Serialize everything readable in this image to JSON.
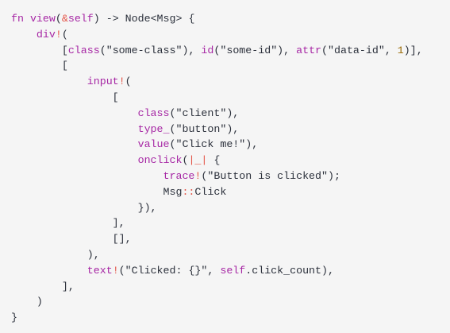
{
  "colors": {
    "background": "#f5f5f5",
    "default": "#2b303b",
    "keyword": "#a626a4",
    "number": "#986801",
    "punct": "#e45649"
  },
  "code": {
    "lines": [
      [
        [
          "fn ",
          "keyword"
        ],
        [
          "view",
          "keyword"
        ],
        [
          "(",
          "default"
        ],
        [
          "&",
          "punct"
        ],
        [
          "self",
          "keyword"
        ],
        [
          ") -> Node<Msg> {",
          "default"
        ]
      ],
      [
        [
          "    ",
          "default"
        ],
        [
          "div",
          "keyword"
        ],
        [
          "!",
          "punct"
        ],
        [
          "(",
          "default"
        ]
      ],
      [
        [
          "        [",
          "default"
        ],
        [
          "class",
          "keyword"
        ],
        [
          "(\"some-class\"), ",
          "default"
        ],
        [
          "id",
          "keyword"
        ],
        [
          "(\"some-id\"), ",
          "default"
        ],
        [
          "attr",
          "keyword"
        ],
        [
          "(\"data-id\", ",
          "default"
        ],
        [
          "1",
          "number"
        ],
        [
          ")],",
          "default"
        ]
      ],
      [
        [
          "        [",
          "default"
        ]
      ],
      [
        [
          "            ",
          "default"
        ],
        [
          "input",
          "keyword"
        ],
        [
          "!",
          "punct"
        ],
        [
          "(",
          "default"
        ]
      ],
      [
        [
          "                [",
          "default"
        ]
      ],
      [
        [
          "                    ",
          "default"
        ],
        [
          "class",
          "keyword"
        ],
        [
          "(\"client\"),",
          "default"
        ]
      ],
      [
        [
          "                    ",
          "default"
        ],
        [
          "type_",
          "keyword"
        ],
        [
          "(\"button\"),",
          "default"
        ]
      ],
      [
        [
          "                    ",
          "default"
        ],
        [
          "value",
          "keyword"
        ],
        [
          "(\"Click me!\"),",
          "default"
        ]
      ],
      [
        [
          "                    ",
          "default"
        ],
        [
          "onclick",
          "keyword"
        ],
        [
          "(",
          "default"
        ],
        [
          "|_|",
          "punct"
        ],
        [
          " {",
          "default"
        ]
      ],
      [
        [
          "                        ",
          "default"
        ],
        [
          "trace",
          "keyword"
        ],
        [
          "!",
          "punct"
        ],
        [
          "(\"Button is clicked\");",
          "default"
        ]
      ],
      [
        [
          "                        Msg",
          "default"
        ],
        [
          "::",
          "punct"
        ],
        [
          "Click",
          "default"
        ]
      ],
      [
        [
          "                    }),",
          "default"
        ]
      ],
      [
        [
          "                ],",
          "default"
        ]
      ],
      [
        [
          "                [],",
          "default"
        ]
      ],
      [
        [
          "            ),",
          "default"
        ]
      ],
      [
        [
          "            ",
          "default"
        ],
        [
          "text",
          "keyword"
        ],
        [
          "!",
          "punct"
        ],
        [
          "(\"Clicked: {}\", ",
          "default"
        ],
        [
          "self",
          "keyword"
        ],
        [
          ".click_count),",
          "default"
        ]
      ],
      [
        [
          "        ],",
          "default"
        ]
      ],
      [
        [
          "    )",
          "default"
        ]
      ],
      [
        [
          "}",
          "default"
        ]
      ]
    ]
  }
}
